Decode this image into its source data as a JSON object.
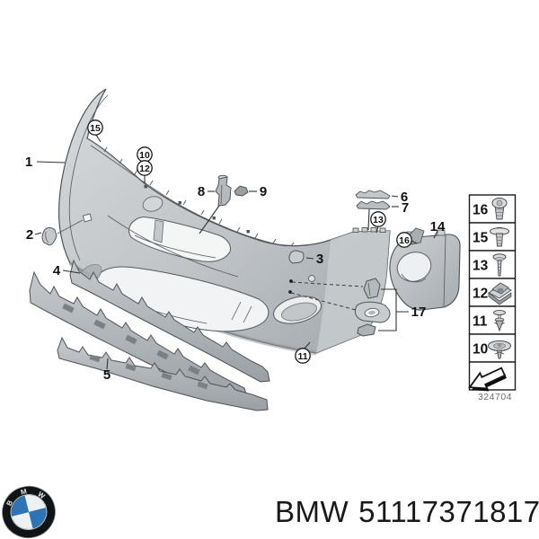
{
  "diagram": {
    "drawing_number": "324704",
    "callouts_plain": [
      "1",
      "2",
      "3",
      "4",
      "5",
      "6",
      "7",
      "8",
      "9",
      "14",
      "17"
    ],
    "callouts_circled": [
      "15",
      "10",
      "12",
      "13",
      "16",
      "11"
    ],
    "fastener_rows": [
      {
        "num": "16",
        "icon": "torx-screw"
      },
      {
        "num": "15",
        "icon": "washer-screw"
      },
      {
        "num": "13",
        "icon": "long-screw"
      },
      {
        "num": "12",
        "icon": "cage-nut-clip"
      },
      {
        "num": "11",
        "icon": "expansion-rivet"
      },
      {
        "num": "10",
        "icon": "grommet-plug"
      }
    ],
    "table_footer_icon": "direction-arrow"
  },
  "footer": {
    "brand": "BMW",
    "part_number": "51117371817",
    "logo_letters": [
      "B",
      "M",
      "W"
    ]
  },
  "colors": {
    "bmw_blue": "#2E74B5",
    "bmw_ring": "#111417",
    "line_art": "#4e5357",
    "part_number_text": "#191919"
  }
}
